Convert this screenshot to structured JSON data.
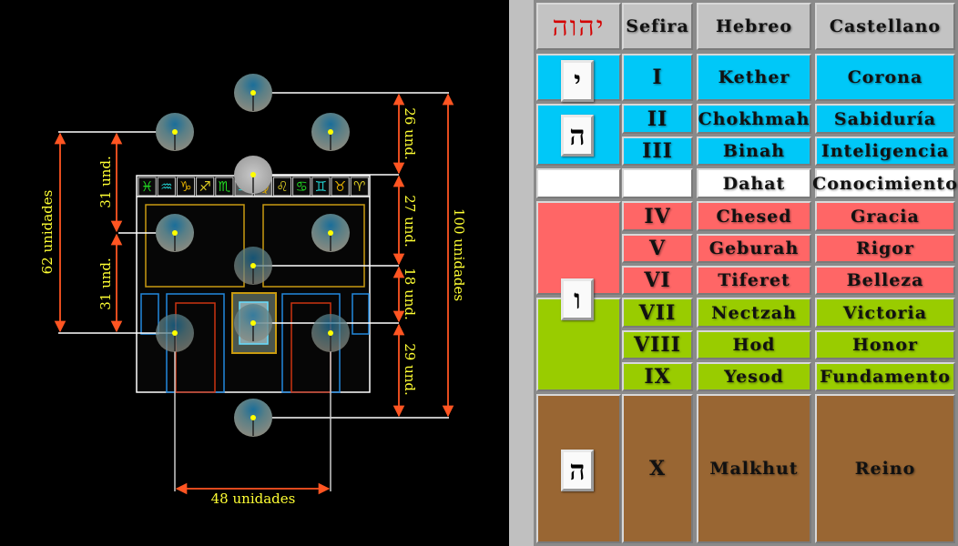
{
  "diagram": {
    "title": "Tree of Life proportions over temple plan",
    "dimensions": {
      "total_height": "100 unidades",
      "left_total": "62 unidades",
      "left_upper": "31 und.",
      "left_lower": "31 und.",
      "right_seg1": "26 und.",
      "right_seg2": "27 und.",
      "right_seg3": "18 und.",
      "right_seg4": "29 und.",
      "bottom_width": "48 unidades"
    },
    "zodiac": [
      {
        "name": "pisces",
        "glyph": "♓",
        "color": "#22dd22"
      },
      {
        "name": "aquarius",
        "glyph": "♒",
        "color": "#22cccc"
      },
      {
        "name": "capricorn",
        "glyph": "♑",
        "color": "#ddaa00"
      },
      {
        "name": "sagittarius",
        "glyph": "♐",
        "color": "#ddcc22"
      },
      {
        "name": "scorpio",
        "glyph": "♏",
        "color": "#22dd22"
      },
      {
        "name": "libra",
        "glyph": "♎",
        "color": "#22cccc"
      },
      {
        "name": "virgo",
        "glyph": "♍",
        "color": "#ddaa00"
      },
      {
        "name": "leo",
        "glyph": "♌",
        "color": "#ddcc22"
      },
      {
        "name": "cancer",
        "glyph": "♋",
        "color": "#22dd22"
      },
      {
        "name": "gemini",
        "glyph": "♊",
        "color": "#22cccc"
      },
      {
        "name": "taurus",
        "glyph": "♉",
        "color": "#ddaa00"
      },
      {
        "name": "aries",
        "glyph": "♈",
        "color": "#ddcc22"
      }
    ],
    "colors": {
      "dimension_arrow": "#ff5522",
      "dimension_text": "#ffff33",
      "node_dot": "#ffff00",
      "leader_line": "#ffffff",
      "outer_frame": "#ffffff",
      "gold_frame": "#c89a10",
      "blue_frame": "#2288dd",
      "red_frame": "#cc3311"
    }
  },
  "table": {
    "header": {
      "tetragrammaton": "יהוה",
      "sefira": "Sefira",
      "hebreo": "Hebreo",
      "castellano": "Castellano"
    },
    "groups": [
      {
        "letter": "י",
        "color": "#00c8f8",
        "rows": [
          {
            "sefira": "I",
            "hebreo": "Kether",
            "castellano": "Corona"
          }
        ]
      },
      {
        "letter": "ה",
        "color": "#00c8f8",
        "rows": [
          {
            "sefira": "II",
            "hebreo": "Chokhmah",
            "castellano": "Sabiduría"
          },
          {
            "sefira": "III",
            "hebreo": "Binah",
            "castellano": "Inteligencia"
          }
        ]
      },
      {
        "letter": "",
        "color": "#ffffff",
        "rows": [
          {
            "sefira": "",
            "hebreo": "Dahat",
            "castellano": "Conocimiento"
          }
        ]
      },
      {
        "letter": "ו",
        "color": "#ff6666",
        "rows": [
          {
            "sefira": "IV",
            "hebreo": "Chesed",
            "castellano": "Gracia"
          },
          {
            "sefira": "V",
            "hebreo": "Geburah",
            "castellano": "Rigor"
          },
          {
            "sefira": "VI",
            "hebreo": "Tiferet",
            "castellano": "Belleza"
          }
        ]
      },
      {
        "letter": "",
        "color": "#99cc00",
        "rows": [
          {
            "sefira": "VII",
            "hebreo": "Nectzah",
            "castellano": "Victoria"
          },
          {
            "sefira": "VIII",
            "hebreo": "Hod",
            "castellano": "Honor"
          },
          {
            "sefira": "IX",
            "hebreo": "Yesod",
            "castellano": "Fundamento"
          }
        ]
      },
      {
        "letter": "ה",
        "color": "#996633",
        "rows": [
          {
            "sefira": "X",
            "hebreo": "Malkhut",
            "castellano": "Reino"
          }
        ]
      }
    ]
  }
}
